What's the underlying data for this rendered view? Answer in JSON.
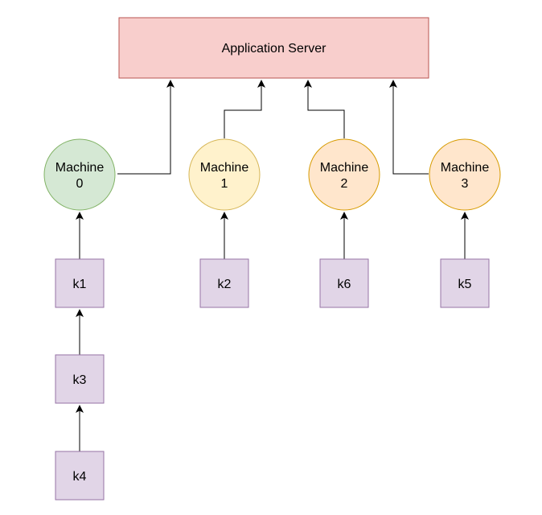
{
  "server": {
    "label": "Application Server",
    "fill": "#f8cecc",
    "stroke": "#b85450"
  },
  "machines": [
    {
      "line1": "Machine",
      "line2": "0",
      "fill": "#d5e8d4",
      "stroke": "#82b366"
    },
    {
      "line1": "Machine",
      "line2": "1",
      "fill": "#fff2cc",
      "stroke": "#d6b656"
    },
    {
      "line1": "Machine",
      "line2": "2",
      "fill": "#ffe6cc",
      "stroke": "#d79b00"
    },
    {
      "line1": "Machine",
      "line2": "3",
      "fill": "#ffe6cc",
      "stroke": "#d79b00"
    }
  ],
  "keys": {
    "k1": "k1",
    "k2": "k2",
    "k3": "k3",
    "k4": "k4",
    "k5": "k5",
    "k6": "k6"
  },
  "key_style": {
    "fill": "#e1d5e7",
    "stroke": "#9673a6"
  },
  "connector_color": "#000000"
}
